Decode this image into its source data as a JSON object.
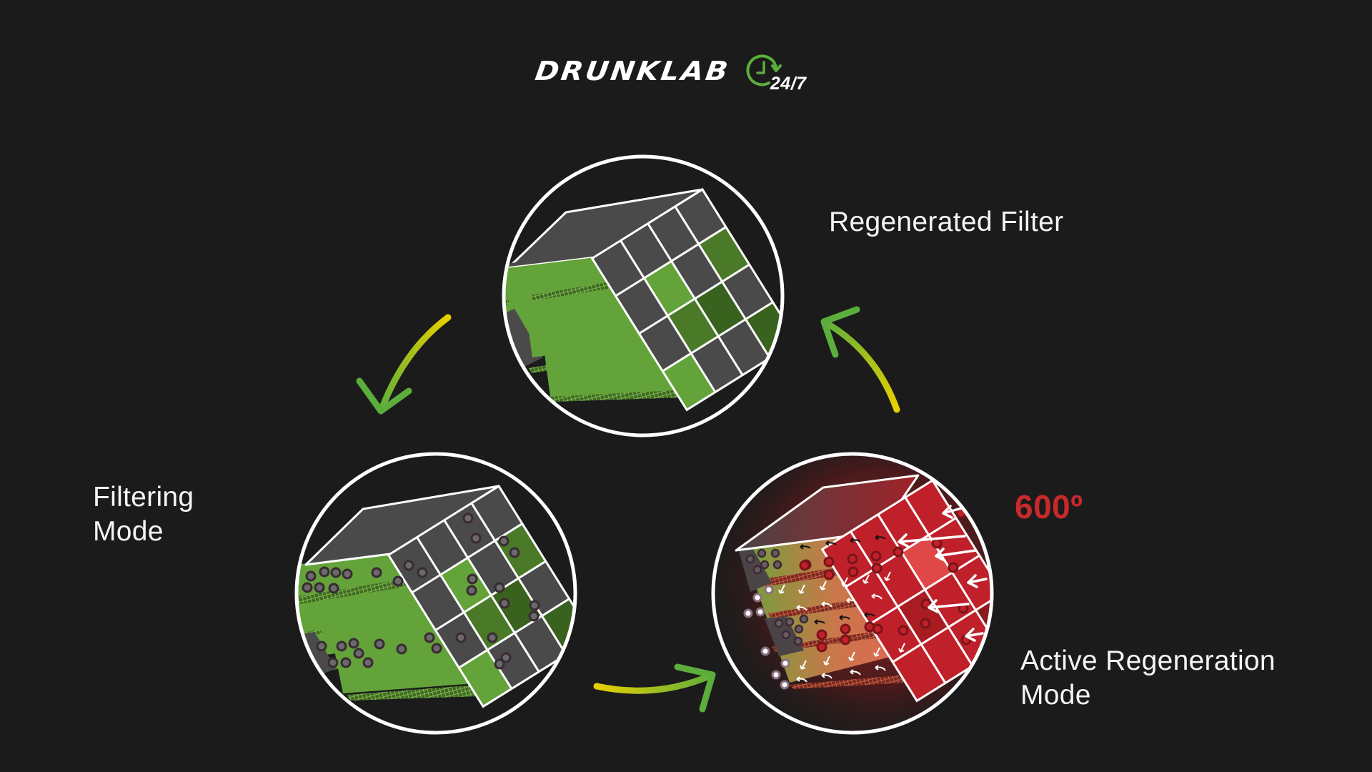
{
  "logo": {
    "wordmark": "DRUNKLAB",
    "badge_text": "24/7",
    "badge_icon": "clock-refresh-icon",
    "badge_color": "#5cae3c"
  },
  "stages": [
    {
      "id": "regenerated",
      "title": "Regenerated Filter",
      "lines": [
        "Regenerated Filter"
      ],
      "icon": "clean-filter-cube-icon"
    },
    {
      "id": "filtering",
      "title": "Filtering Mode",
      "lines": [
        "Filtering",
        "Mode"
      ],
      "icon": "particle-filled-filter-cube-icon"
    },
    {
      "id": "active",
      "title": "Active Regeneration Mode",
      "lines": [
        "Active Regeneration",
        "Mode"
      ],
      "icon": "heated-filter-cube-icon"
    }
  ],
  "temperature": {
    "value": "600º",
    "color": "#c8292b"
  },
  "cycle_arrows": [
    {
      "from": "regenerated",
      "to": "filtering",
      "icon": "curved-arrow-down-left-icon"
    },
    {
      "from": "filtering",
      "to": "active",
      "icon": "curved-arrow-right-icon"
    },
    {
      "from": "active",
      "to": "regenerated",
      "icon": "curved-arrow-up-left-icon"
    }
  ],
  "colors": {
    "background": "#1b1b1b",
    "filter_green": "#63a33a",
    "filter_dark_green": "#3f6a22",
    "filter_gray": "#4a4a4a",
    "arrow_start": "#e8d000",
    "arrow_end": "#5cae3c",
    "heat_red": "#c0202a"
  }
}
